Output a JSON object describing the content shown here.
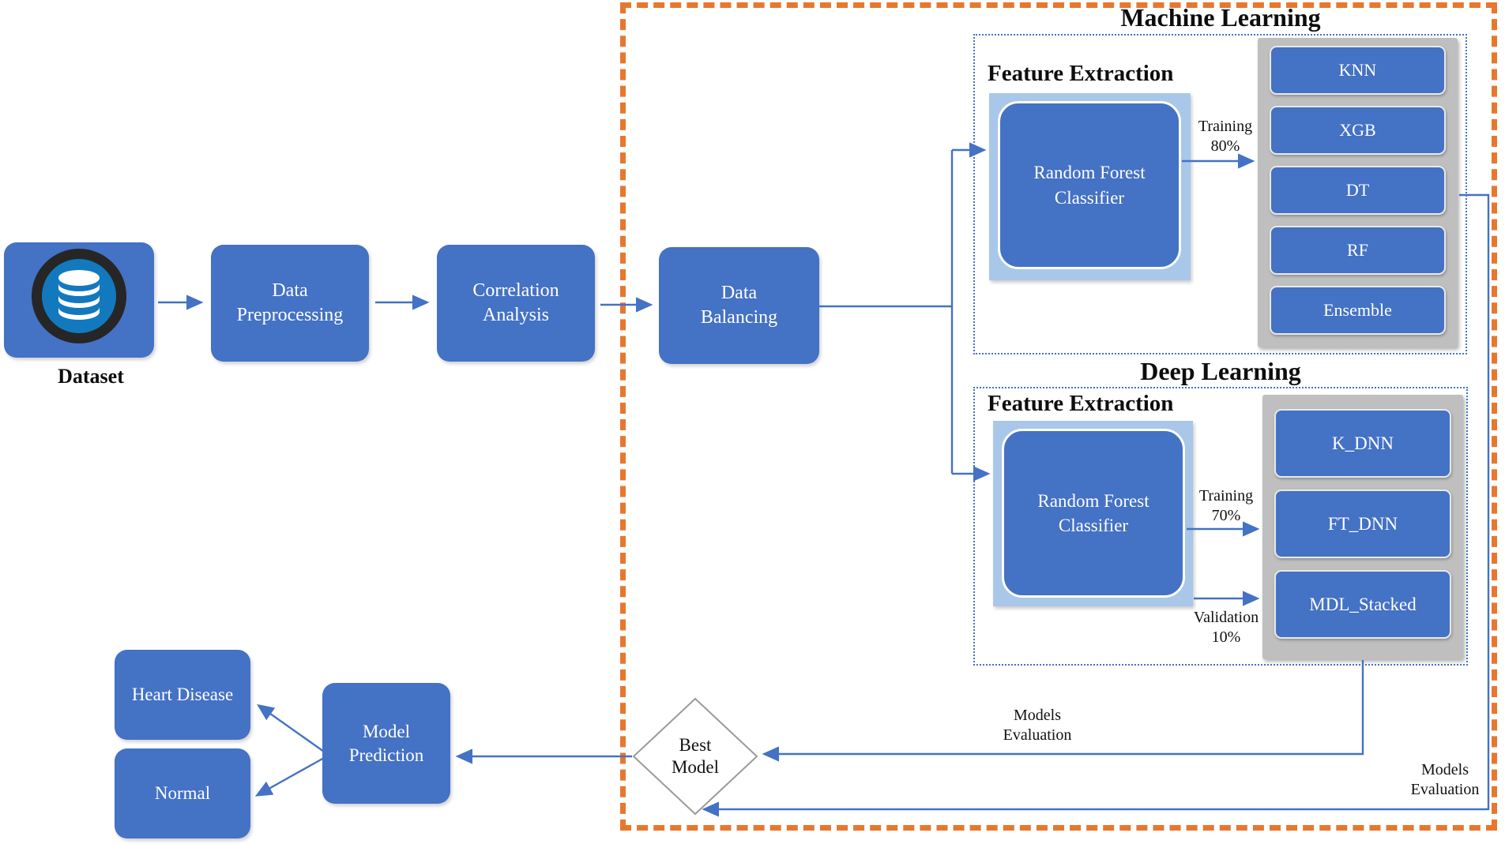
{
  "colors": {
    "box_blue": "#4472C4",
    "light_blue_container": "#A9C7E9",
    "gray_container": "#BFBFBF",
    "orange_border": "#E8772E",
    "dotted_border_blue": "#4472C4",
    "arrow_blue": "#4472C4",
    "icon_circle_blue": "#1279BF"
  },
  "flow": {
    "dataset_label": "Dataset",
    "data_preprocessing": "Data Preprocessing",
    "correlation_analysis": "Correlation Analysis",
    "data_balancing": "Data Balancing"
  },
  "ml": {
    "section_title": "Machine Learning",
    "feature_extraction_title": "Feature Extraction",
    "classifier_label": "Random Forest Classifier",
    "training_label": "Training 80%",
    "models": [
      "KNN",
      "XGB",
      "DT",
      "RF",
      "Ensemble"
    ]
  },
  "dl": {
    "section_title": "Deep Learning",
    "feature_extraction_title": "Feature Extraction",
    "classifier_label": "Random Forest Classifier",
    "training_label": "Training 70%",
    "validation_label": "Validation 10%",
    "models": [
      "K_DNN",
      "FT_DNN",
      "MDL_Stacked"
    ]
  },
  "evaluation": {
    "dl_models_evaluation_label": "Models Evaluation",
    "ml_models_evaluation_label": "Models Evaluation",
    "decision_label": "Best Model"
  },
  "prediction": {
    "model_prediction": "Model Prediction",
    "classes": [
      "Heart Disease",
      "Normal"
    ]
  }
}
